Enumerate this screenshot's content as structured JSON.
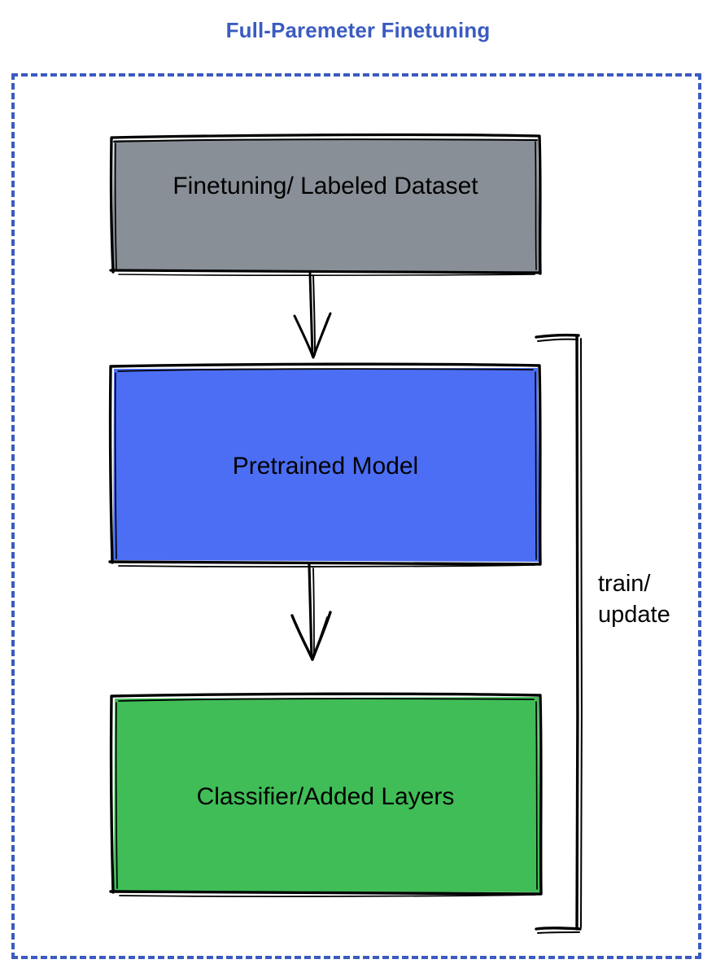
{
  "title": "Full-Paremeter Finetuning",
  "colors": {
    "title": "#3b5bc0",
    "frame_border": "#3b5bc0",
    "dataset_fill": "#888f97",
    "model_fill": "#4c6ef5",
    "classifier_fill": "#40bd57",
    "stroke": "#000000",
    "background": "#ffffff"
  },
  "frame": {
    "name": "full-parameter-finetuning-group",
    "border_style": "dashed"
  },
  "nodes": [
    {
      "id": "dataset",
      "label": "Finetuning/ Labeled Dataset",
      "fill": "#888f97",
      "shape": "rectangle"
    },
    {
      "id": "pretrained-model",
      "label": "Pretrained Model",
      "fill": "#4c6ef5",
      "shape": "rectangle"
    },
    {
      "id": "classifier",
      "label": "Classifier/Added Layers",
      "fill": "#40bd57",
      "shape": "rectangle"
    }
  ],
  "edges": [
    {
      "id": "dataset-to-model",
      "from": "dataset",
      "to": "pretrained-model",
      "label": "",
      "style": "arrow-down"
    },
    {
      "id": "model-to-classifier",
      "from": "pretrained-model",
      "to": "classifier",
      "label": "",
      "style": "arrow-down"
    },
    {
      "id": "feedback-bracket",
      "from": "classifier",
      "to": "pretrained-model",
      "label": "train/\nupdate",
      "style": "bracket-right"
    }
  ]
}
